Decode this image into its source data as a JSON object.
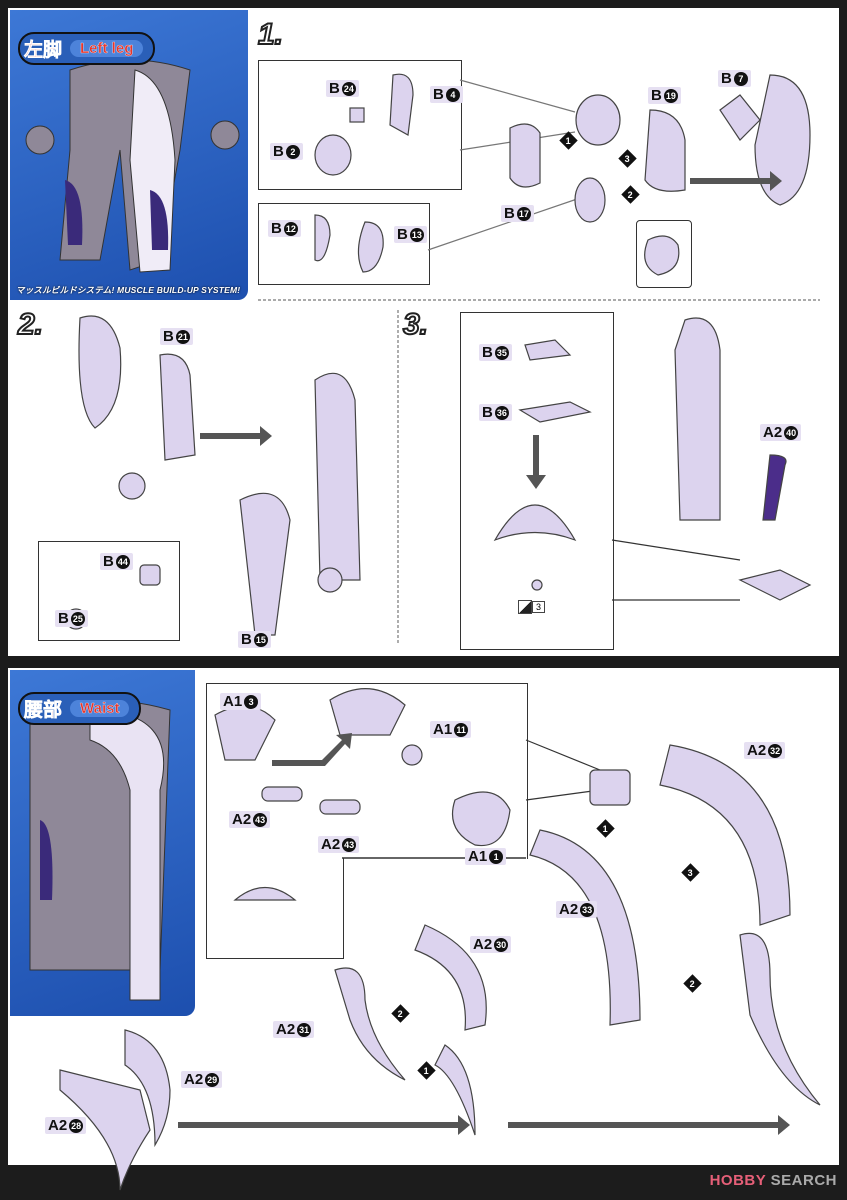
{
  "sections": {
    "left_leg": {
      "title_jp": "左脚",
      "title_en": "Left leg",
      "tagline": "マッスルビルドシステム! MUSCLE BUILD-UP SYSTEM!"
    },
    "waist": {
      "title_jp": "腰部",
      "title_en": "Waist"
    }
  },
  "steps": [
    "1.",
    "2.",
    "3."
  ],
  "parts": {
    "b24": {
      "p": "B",
      "n": "24"
    },
    "b4": {
      "p": "B",
      "n": "4"
    },
    "b2": {
      "p": "B",
      "n": "2"
    },
    "b19": {
      "p": "B",
      "n": "19"
    },
    "b7": {
      "p": "B",
      "n": "7"
    },
    "b17": {
      "p": "B",
      "n": "17"
    },
    "b12": {
      "p": "B",
      "n": "12"
    },
    "b13": {
      "p": "B",
      "n": "13"
    },
    "b21": {
      "p": "B",
      "n": "21"
    },
    "b44": {
      "p": "B",
      "n": "44"
    },
    "b25": {
      "p": "B",
      "n": "25"
    },
    "b15": {
      "p": "B",
      "n": "15"
    },
    "b35": {
      "p": "B",
      "n": "35"
    },
    "b36": {
      "p": "B",
      "n": "36"
    },
    "a240": {
      "p": "A2",
      "n": "40"
    },
    "a13": {
      "p": "A1",
      "n": "3"
    },
    "a111": {
      "p": "A1",
      "n": "11"
    },
    "a243a": {
      "p": "A2",
      "n": "43"
    },
    "a243b": {
      "p": "A2",
      "n": "43"
    },
    "a11": {
      "p": "A1",
      "n": "1"
    },
    "a232": {
      "p": "A2",
      "n": "32"
    },
    "a233": {
      "p": "A2",
      "n": "33"
    },
    "a230": {
      "p": "A2",
      "n": "30"
    },
    "a231": {
      "p": "A2",
      "n": "31"
    },
    "a229": {
      "p": "A2",
      "n": "29"
    },
    "a228": {
      "p": "A2",
      "n": "28"
    }
  },
  "order_marks": {
    "m1": "1",
    "m3": "3",
    "m2": "2",
    "w1": "1",
    "w3": "3",
    "w2": "2",
    "v2": "2",
    "v1": "1"
  },
  "hint_box": "3",
  "watermark": {
    "a": "HOBBY",
    "b": " SEARCH"
  },
  "colors": {
    "part": "#dcd3ee",
    "accent_blue": "#2a5fb8",
    "title_red": "#e8352a",
    "purple": "#4b2d8a"
  }
}
